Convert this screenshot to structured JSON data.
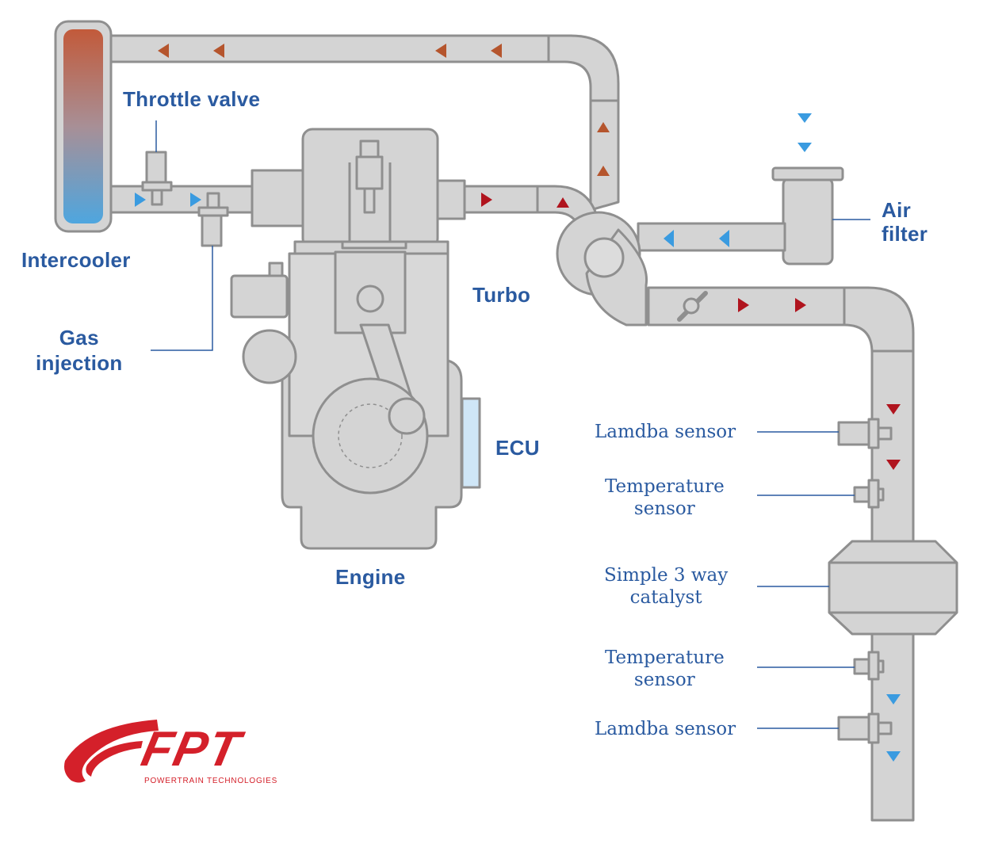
{
  "labels": {
    "throttle_valve": "Throttle valve",
    "intercooler": "Intercooler",
    "gas_injection_1": "Gas",
    "gas_injection_2": "injection",
    "turbo": "Turbo",
    "air_filter_1": "Air",
    "air_filter_2": "filter",
    "ecu": "ECU",
    "engine": "Engine",
    "lambda_sensor_top": "Lamdba sensor",
    "temp_sensor_top_1": "Temperature",
    "temp_sensor_top_2": "sensor",
    "catalyst_1": "Simple 3 way",
    "catalyst_2": "catalyst",
    "temp_sensor_bottom_1": "Temperature",
    "temp_sensor_bottom_2": "sensor",
    "lambda_sensor_bottom": "Lamdba sensor"
  },
  "logo": {
    "wordmark": "FPT",
    "tagline": "POWERTRAIN TECHNOLOGIES"
  },
  "colors": {
    "label_blue": "#2a5aa0",
    "pipe_fill": "#d4d4d4",
    "pipe_stroke": "#8f8f8f",
    "cold_air_arrow": "#3a9be0",
    "charge_air_arrow": "#b5552d",
    "exhaust_arrow": "#b0141e",
    "ecu_fill": "#cfe6f7",
    "brand_red": "#d4202a"
  }
}
